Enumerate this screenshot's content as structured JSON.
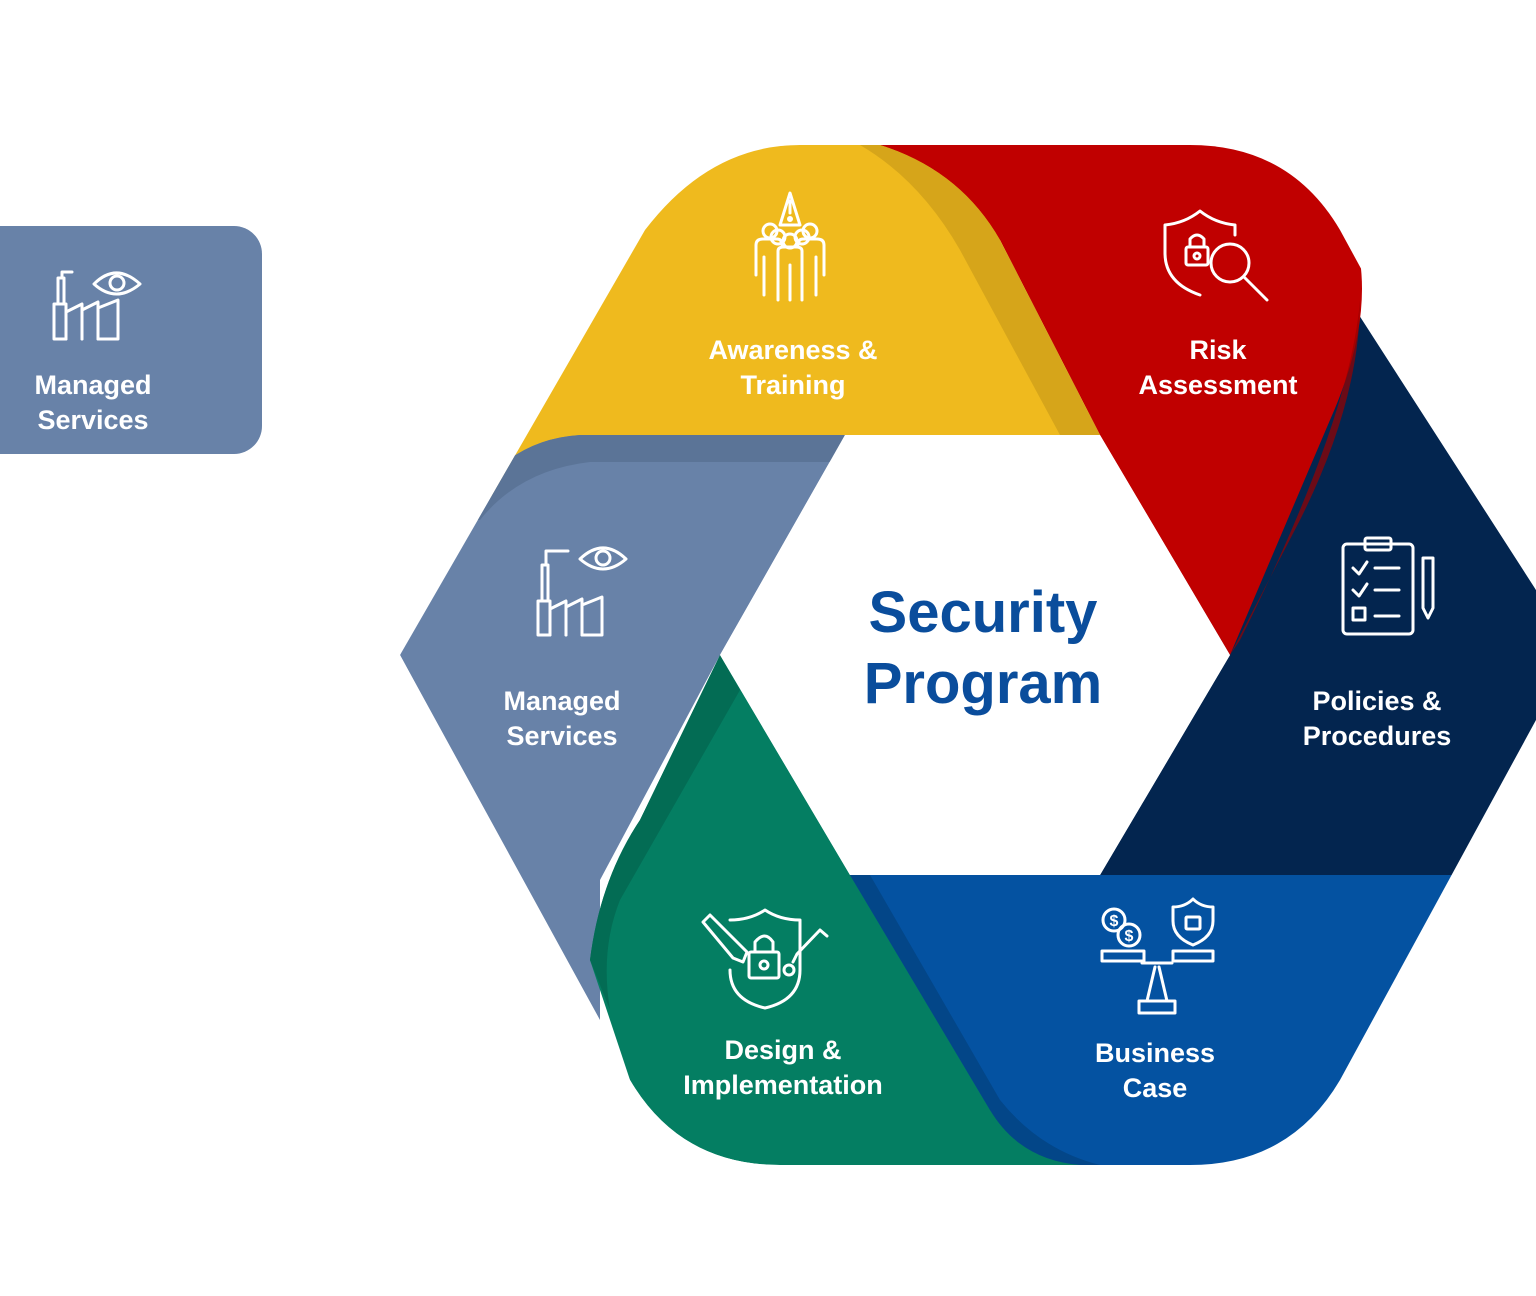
{
  "side_card": {
    "line1": "Managed",
    "line2": "Services",
    "icon": "factory-eye-icon",
    "color": "#6882a8"
  },
  "center": {
    "line1": "Security",
    "line2": "Program",
    "color": "#0a4d9c"
  },
  "segments": [
    {
      "line1": "Awareness &",
      "line2": "Training",
      "icon": "warning-group-icon",
      "color": "#efba1e"
    },
    {
      "line1": "Risk",
      "line2": "Assessment",
      "icon": "shield-lock-magnifier-icon",
      "color": "#c00000"
    },
    {
      "line1": "Policies &",
      "line2": "Procedures",
      "icon": "clipboard-checklist-icon",
      "color": "#03254f"
    },
    {
      "line1": "Business",
      "line2": "Case",
      "icon": "balance-scale-icon",
      "color": "#0452a1"
    },
    {
      "line1": "Design &",
      "line2": "Implementation",
      "icon": "shield-tools-icon",
      "color": "#047e62"
    },
    {
      "line1": "Managed",
      "line2": "Services",
      "icon": "factory-eye-icon",
      "color": "#6882a8"
    }
  ]
}
